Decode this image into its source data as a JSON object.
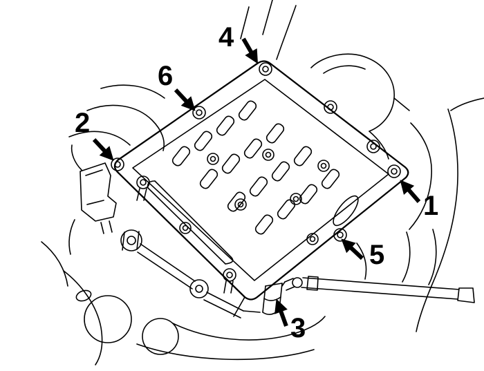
{
  "figure": {
    "background_color": "#ffffff",
    "line_color": "#000000",
    "callouts": [
      {
        "label": "1"
      },
      {
        "label": "2"
      },
      {
        "label": "3"
      },
      {
        "label": "4"
      },
      {
        "label": "5"
      },
      {
        "label": "6"
      }
    ]
  }
}
